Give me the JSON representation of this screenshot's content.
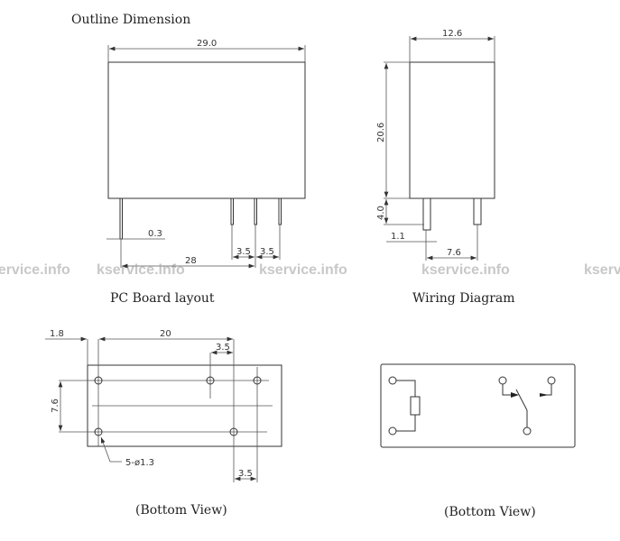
{
  "titles": {
    "outline": "Outline Dimension",
    "pcb": "PC Board layout",
    "wiring": "Wiring Diagram",
    "bottom_view_pcb": "(Bottom View)",
    "bottom_view_wiring": "(Bottom View)"
  },
  "front_view": {
    "width": "29.0",
    "pin_width": "0.3",
    "pin_span": "28",
    "pitch_a": "3.5",
    "pitch_b": "3.5"
  },
  "side_view": {
    "width": "12.6",
    "height": "20.6",
    "pin_length": "4.0",
    "pin_thickness": "1.1",
    "pin_spacing": "7.6"
  },
  "pcb_layout": {
    "offset": "1.8",
    "span": "20",
    "pitch_top": "3.5",
    "row_spacing": "7.6",
    "pitch_bottom": "3.5",
    "holes": "5-ø1.3"
  },
  "watermark": "kservice.info"
}
